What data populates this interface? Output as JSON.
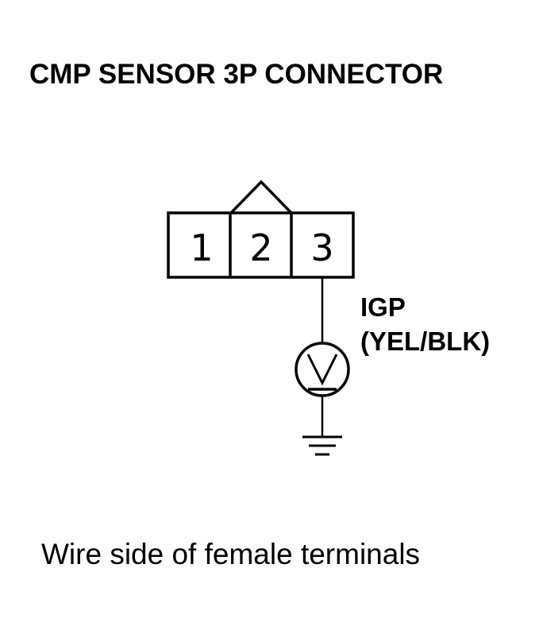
{
  "title": "CMP SENSOR 3P CONNECTOR",
  "connector": {
    "pins": [
      "1",
      "2",
      "3"
    ]
  },
  "wire": {
    "signal": "IGP",
    "color_code": "(YEL/BLK)"
  },
  "caption": "Wire side of female terminals",
  "colors": {
    "ink": "#000000",
    "background": "#ffffff"
  },
  "icons": {
    "meter": "voltmeter-icon",
    "ground": "ground-icon"
  }
}
